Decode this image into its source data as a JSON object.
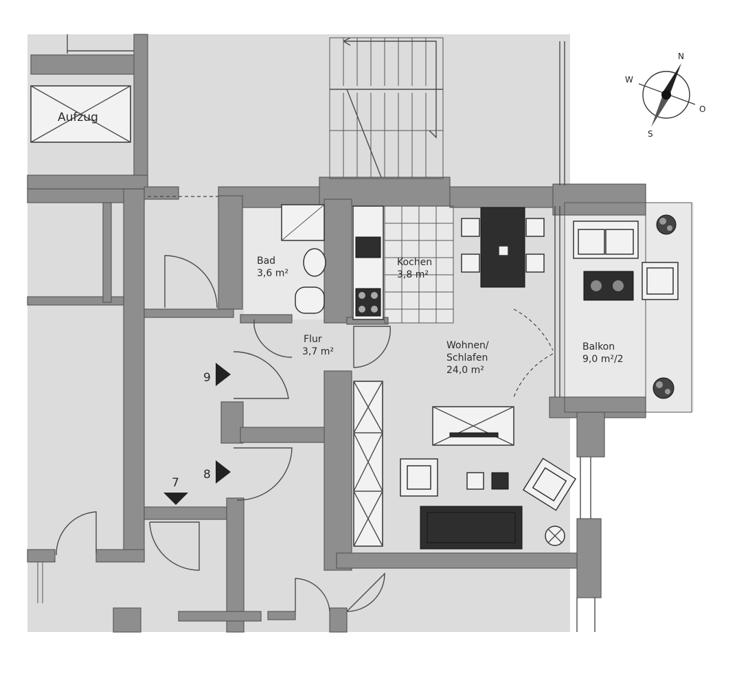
{
  "rooms": {
    "aufzug": {
      "name": "Aufzug"
    },
    "bad": {
      "name": "Bad",
      "area": "3,6 m²"
    },
    "kochen": {
      "name": "Kochen",
      "area": "3,8 m²"
    },
    "flur": {
      "name": "Flur",
      "area": "3,7 m²"
    },
    "wohnen": {
      "name_line1": "Wohnen/",
      "name_line2": "Schlafen",
      "area": "24,0 m²"
    },
    "balkon": {
      "name": "Balkon",
      "area": "9,0 m²/2"
    }
  },
  "apartment_markers": {
    "m7": "7",
    "m8": "8",
    "m9": "9"
  },
  "compass": {
    "north": "N",
    "south": "S",
    "west": "W",
    "east": "O"
  }
}
